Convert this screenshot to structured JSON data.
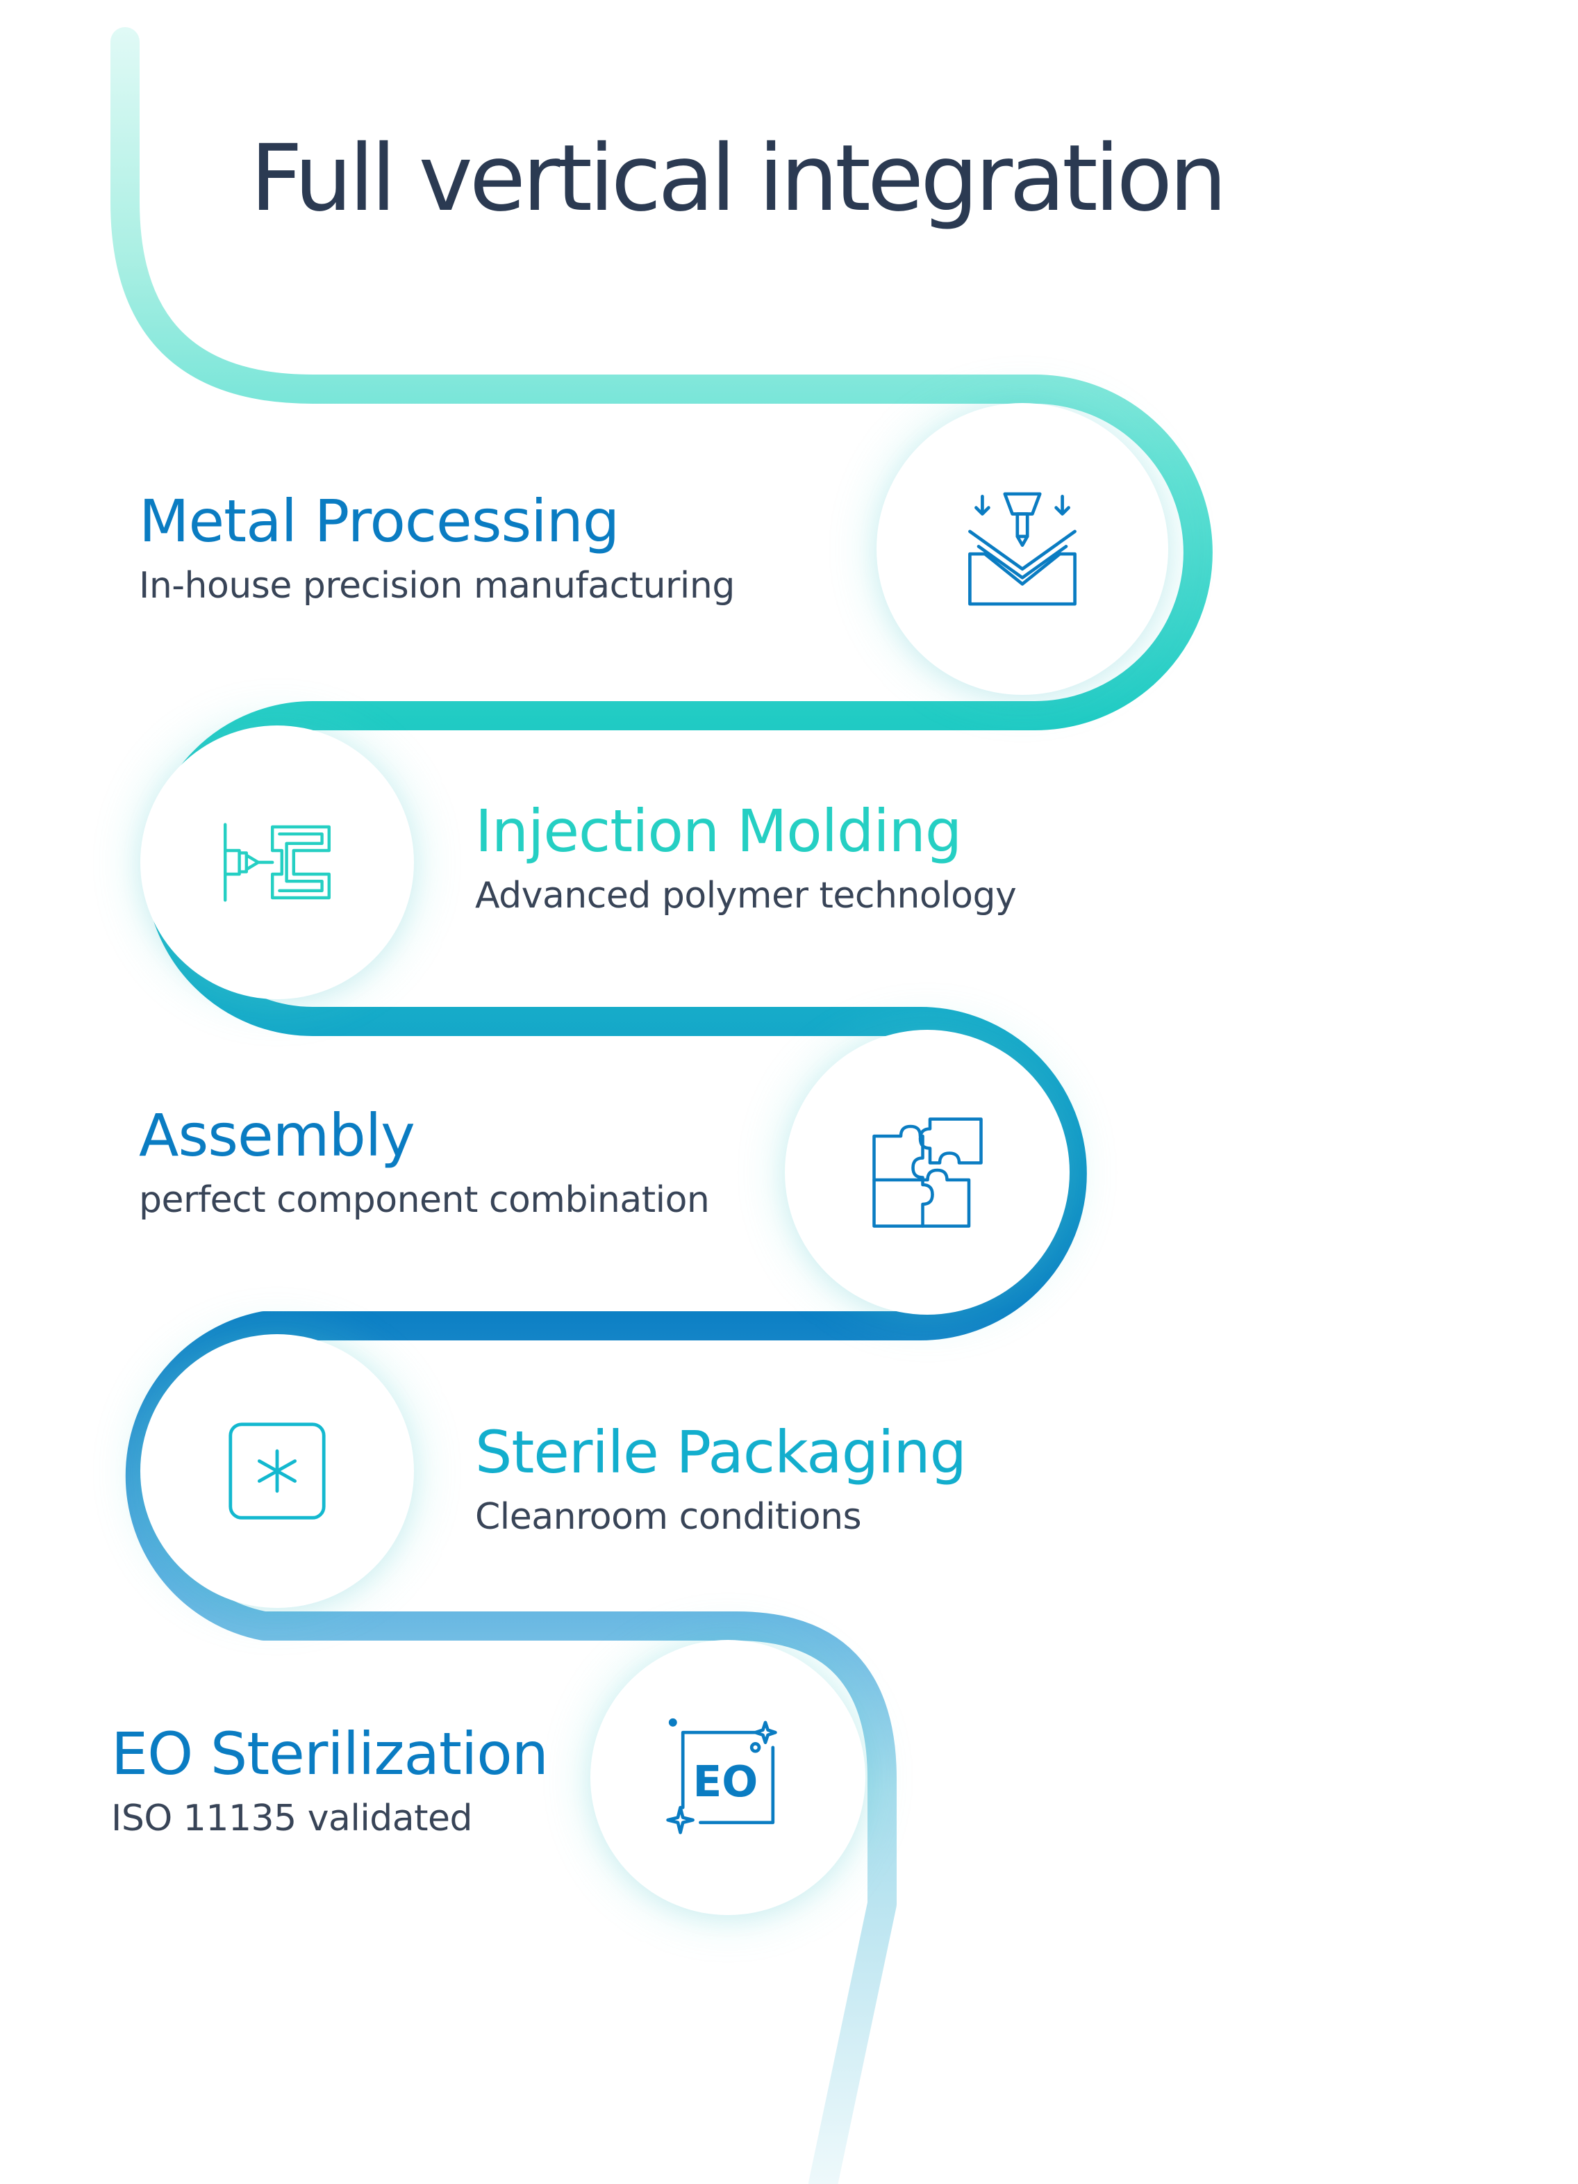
{
  "title": "Full vertical integration",
  "steps": [
    {
      "title": "Metal Processing",
      "subtitle": "In-house precision manufacturing",
      "icon": "press-brake-icon"
    },
    {
      "title": "Injection Molding",
      "subtitle": "Advanced polymer technology",
      "icon": "injection-mold-icon"
    },
    {
      "title": "Assembly",
      "subtitle": "perfect component combination",
      "icon": "puzzle-icon"
    },
    {
      "title": "Sterile Packaging",
      "subtitle": "Cleanroom conditions",
      "icon": "sterile-box-icon"
    },
    {
      "title": "EO Sterilization",
      "subtitle": "ISO 11135 validated",
      "icon": "eo-sparkle-icon"
    }
  ],
  "colors": {
    "title": "#2b3a52",
    "text": "#384457",
    "dark_blue": "#0a7cc2",
    "teal": "#25cfc3",
    "path_start": "#d8f7f2",
    "path_end": "#eafafb"
  }
}
